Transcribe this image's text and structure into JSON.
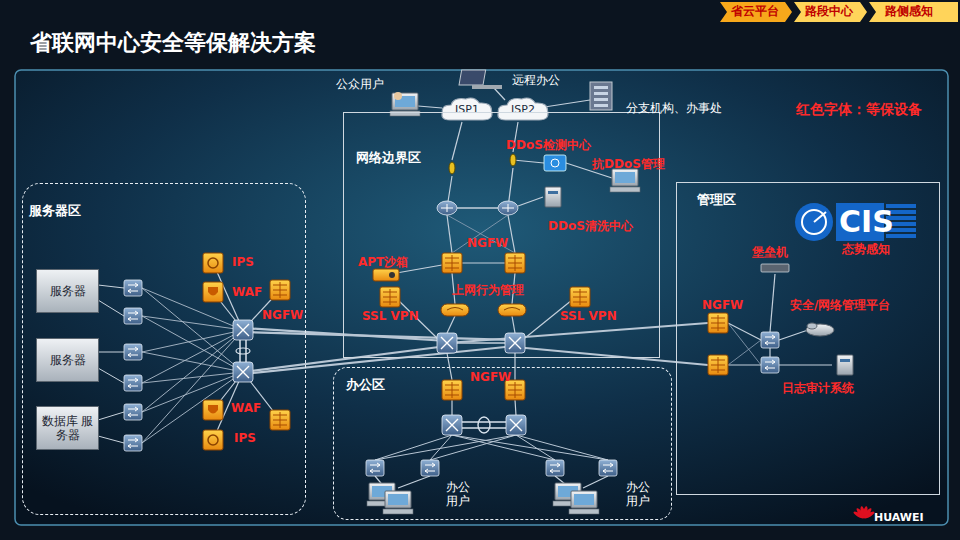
{
  "diagram": {
    "title": "省联网中心安全等保解决方案",
    "nodes": [
      {
        "text": [
          "ISP1"
        ]
      },
      {
        "text": [
          "ISP2"
        ]
      },
      {
        "text": [
          "网络边界区"
        ]
      },
      {
        "text": [
          "服务器区"
        ]
      },
      {
        "text": [
          "服务器"
        ],
        "in": 3
      },
      {
        "text": [
          "服务器"
        ],
        "in": 3
      },
      {
        "text": [
          "数据库 服务器"
        ],
        "in": 3
      },
      {
        "text": [
          "办公区"
        ]
      },
      {
        "text": [
          "管理区"
        ]
      }
    ],
    "labels": [
      "省云平台",
      "路段中心",
      "路侧感知",
      "公众用户",
      "远程办公",
      "分支机构、办事处",
      "红色字体：等保设备",
      "DDoS检测中心",
      "抗DDoS管理",
      "DDoS清洗中心",
      "NGFW",
      "APT沙箱",
      "上网行为管理",
      "SSL VPN",
      "SSL VPN",
      "IPS",
      "WAF",
      "NGFW",
      "WAF",
      "IPS",
      "NGFW",
      "办公 用户",
      "办公 用户",
      "CIS",
      "态势感知",
      "堡垒机",
      "NGFW",
      "安全/网络管理平台",
      "日志审计系统",
      "HUAWEI"
    ]
  }
}
